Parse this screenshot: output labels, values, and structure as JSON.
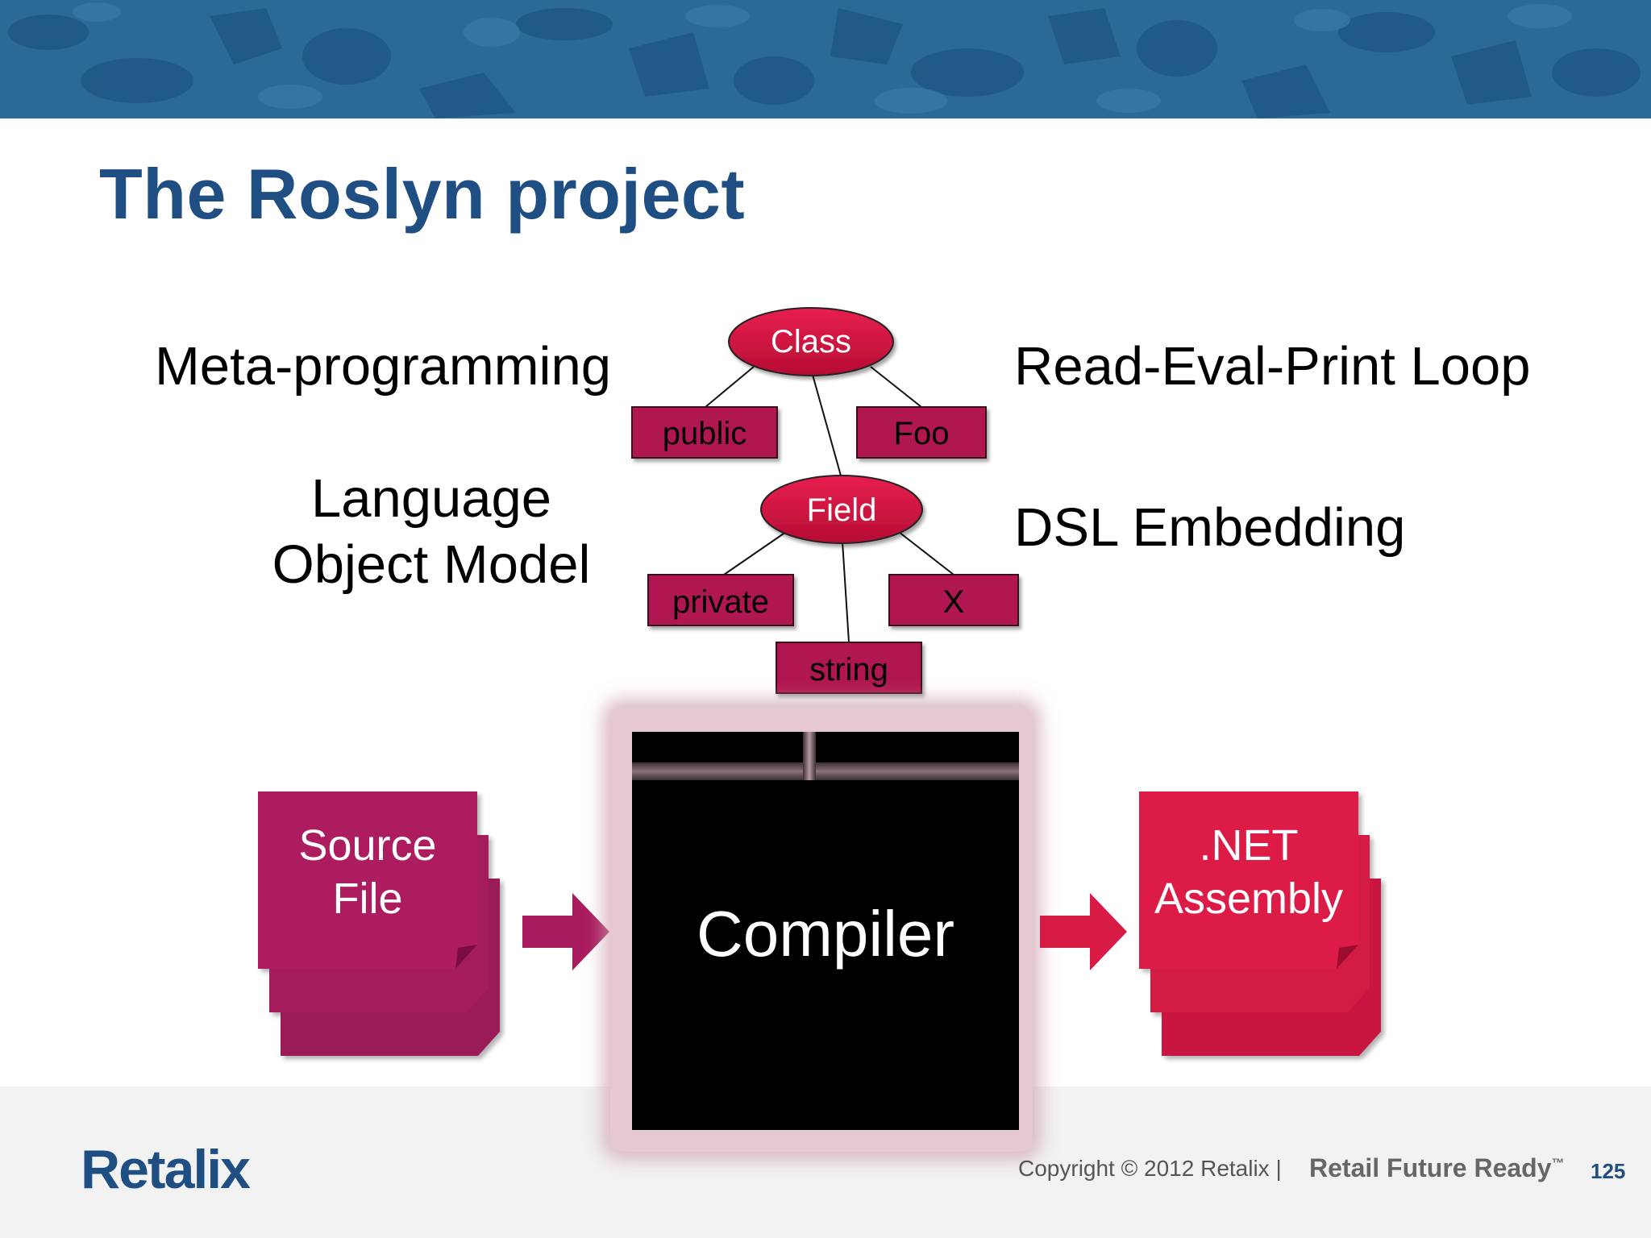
{
  "slide": {
    "title": "The Roslyn project",
    "left_labels": {
      "meta_programming": "Meta-programming",
      "language_object_model_line1": "Language",
      "language_object_model_line2": "Object Model"
    },
    "right_labels": {
      "repl": "Read-Eval-Print Loop",
      "dsl": "DSL Embedding"
    },
    "syntax_tree": {
      "class_node": "Class",
      "public_node": "public",
      "foo_node": "Foo",
      "field_node": "Field",
      "private_node": "private",
      "x_node": "X",
      "string_node": "string"
    },
    "pipeline": {
      "source_line1": "Source",
      "source_line2": "File",
      "compiler": "Compiler",
      "output_line1": ".NET",
      "output_line2": "Assembly"
    },
    "footer": {
      "logo": "Retalix",
      "copyright": "Copyright © 2012 Retalix  |",
      "tagline": "Retail Future Ready",
      "trademark": "™",
      "page_number": "125"
    }
  },
  "colors": {
    "title": "#1f4e83",
    "banner": "#2a6a94",
    "oval": "#d0123e",
    "box": "#b01850",
    "source_stack": "#a81b5e",
    "assembly_stack": "#d81b45"
  }
}
